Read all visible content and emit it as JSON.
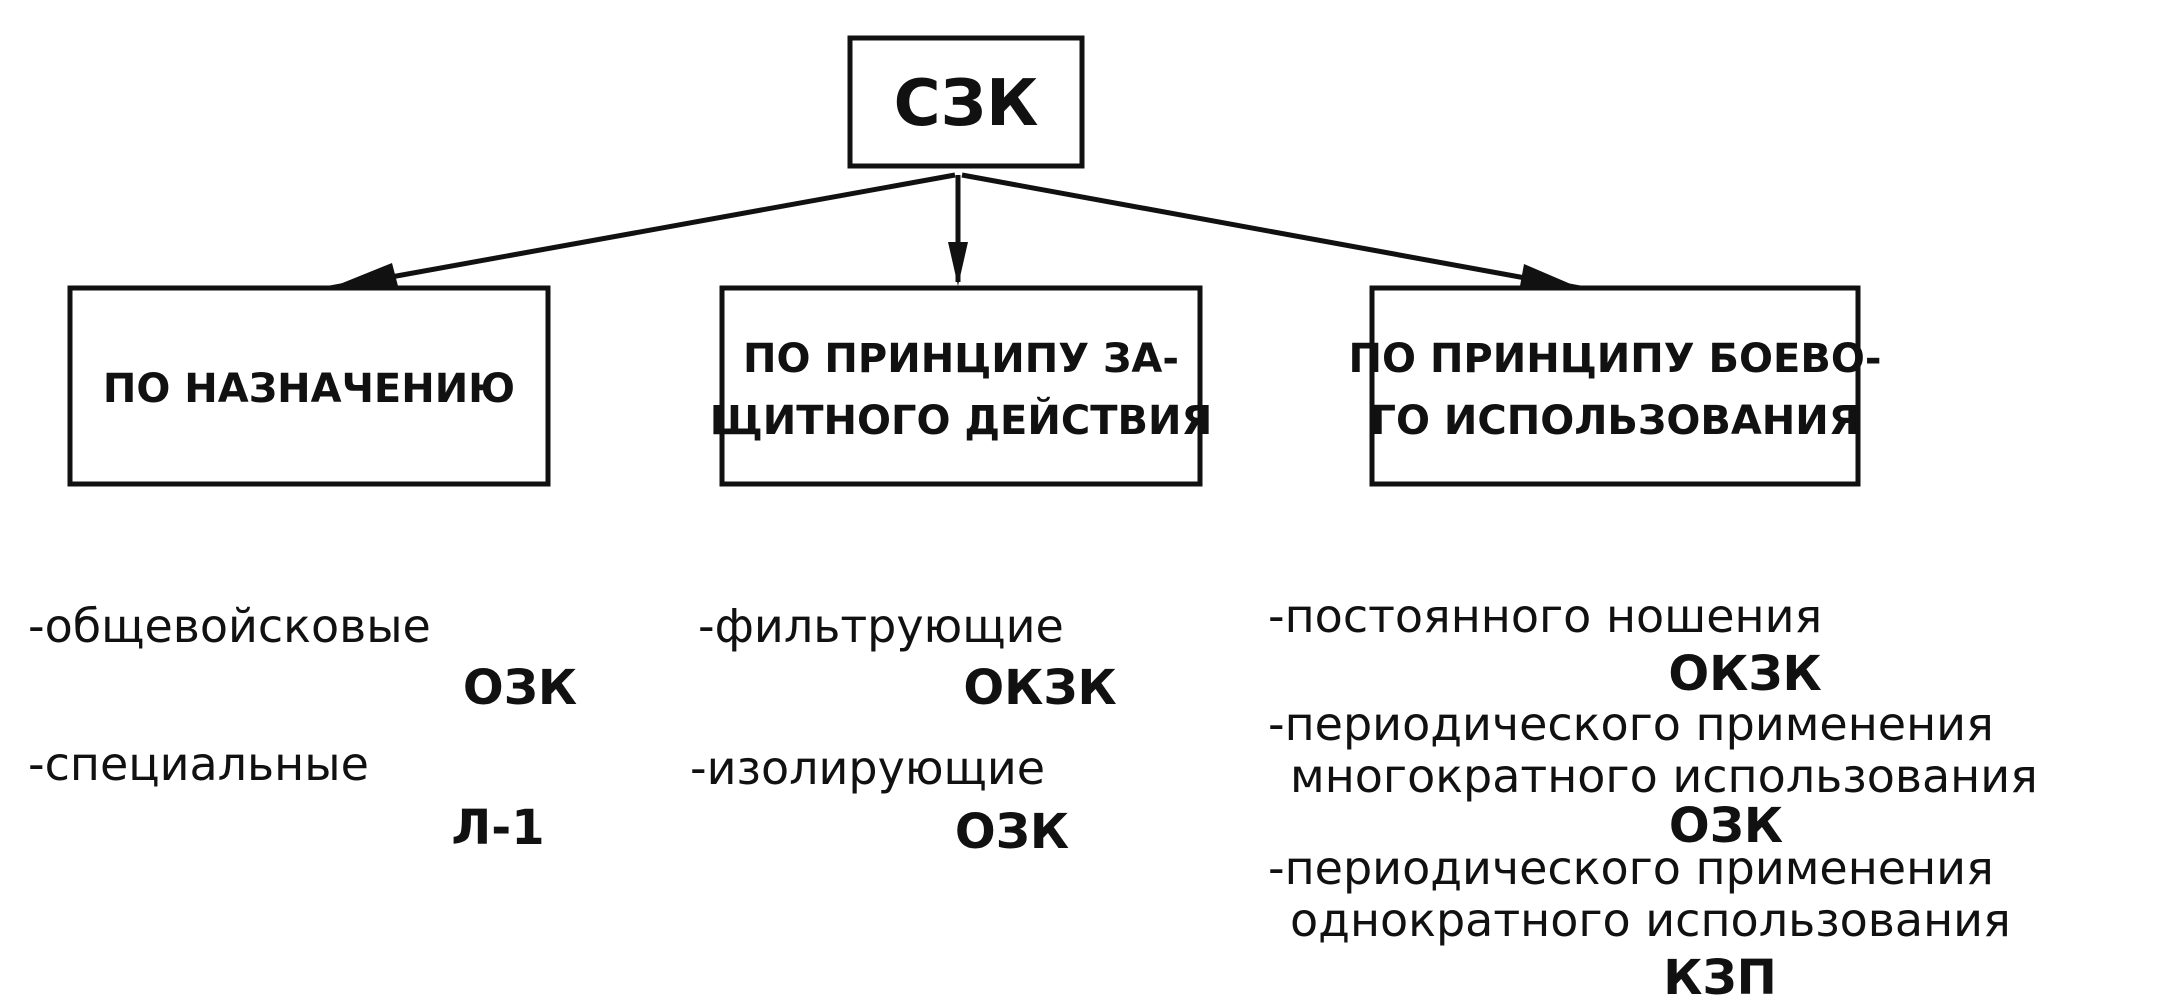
{
  "root": {
    "label": "СЗК"
  },
  "categories": [
    {
      "label_lines": [
        "ПО НАЗНАЧЕНИЮ"
      ],
      "items": [
        {
          "text": "-общевойсковые",
          "abbr": "ОЗК"
        },
        {
          "text": "-специальные",
          "abbr": "Л-1"
        }
      ]
    },
    {
      "label_lines": [
        "ПО ПРИНЦИПУ ЗА-",
        "ЩИТНОГО ДЕЙСТВИЯ"
      ],
      "items": [
        {
          "text": "-фильтрующие",
          "abbr": "ОКЗК"
        },
        {
          "text": "-изолирующие",
          "abbr": "ОЗК"
        }
      ]
    },
    {
      "label_lines": [
        "ПО ПРИНЦИПУ БОЕВО-",
        "ГО ИСПОЛЬЗОВАНИЯ"
      ],
      "items": [
        {
          "text_lines": [
            "-постоянного ношения"
          ],
          "abbr": "ОКЗК"
        },
        {
          "text_lines": [
            "-периодического применения",
            "многократного использования"
          ],
          "abbr": "ОЗК"
        },
        {
          "text_lines": [
            "-периодического применения",
            "однократного использования"
          ],
          "abbr": "КЗП"
        }
      ]
    }
  ],
  "colors": {
    "ink": "#111111",
    "paper": "#ffffff"
  }
}
